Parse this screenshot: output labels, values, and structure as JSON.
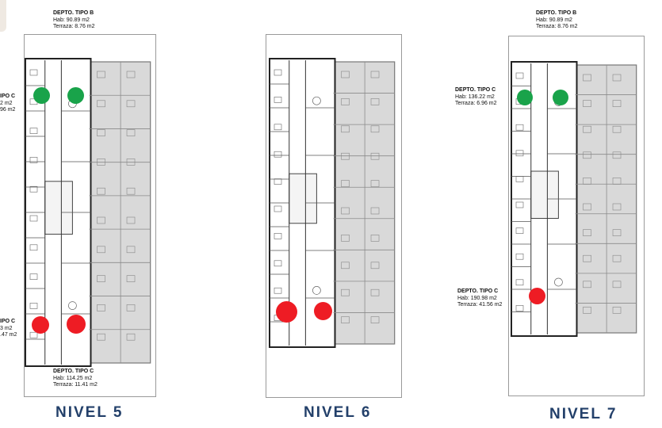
{
  "colors": {
    "green_marker": "#19a34a",
    "red_marker": "#ee1c24",
    "title": "#23406a",
    "shaded": "#d9d9d9"
  },
  "levels": [
    {
      "title": "NIVEL 5"
    },
    {
      "title": "NIVEL 6"
    },
    {
      "title": "NIVEL 7"
    }
  ],
  "labels": {
    "n5_top": {
      "title": "DEPTO.  TIPO B",
      "hab": "Hab: 90.89 m2",
      "terraza": "Terraza: 8.76 m2"
    },
    "n5_left_top": {
      "title": "IPO C",
      "hab": "2 m2",
      "terraza": "96 m2"
    },
    "n5_left_bottom": {
      "title": "IPO C",
      "hab": "3 m2",
      "terraza": ".47 m2"
    },
    "n5_bottom": {
      "title": "DEPTO.  TIPO C",
      "hab": "Hab: 114.25 m2",
      "terraza": "Terraza: 11.41 m2"
    },
    "n7_top": {
      "title": "DEPTO.  TIPO B",
      "hab": "Hab: 90.89 m2",
      "terraza": "Terraza: 8.76 m2"
    },
    "n7_left_top": {
      "title": "DEPTO.  TIPO C",
      "hab": "Hab: 136.22 m2",
      "terraza": "Terraza: 6.96 m2"
    },
    "n7_left_bottom": {
      "title": "DEPTO.  TIPO C",
      "hab": "Hab: 190.98 m2",
      "terraza": "Terraza: 41.56 m2"
    }
  },
  "markers": [
    {
      "color": "green",
      "level": "NIVEL 5"
    },
    {
      "color": "green",
      "level": "NIVEL 5"
    },
    {
      "color": "red",
      "level": "NIVEL 5"
    },
    {
      "color": "red",
      "level": "NIVEL 5"
    },
    {
      "color": "red",
      "level": "NIVEL 6"
    },
    {
      "color": "red",
      "level": "NIVEL 6"
    },
    {
      "color": "green",
      "level": "NIVEL 7"
    },
    {
      "color": "green",
      "level": "NIVEL 7"
    },
    {
      "color": "red",
      "level": "NIVEL 7"
    }
  ]
}
